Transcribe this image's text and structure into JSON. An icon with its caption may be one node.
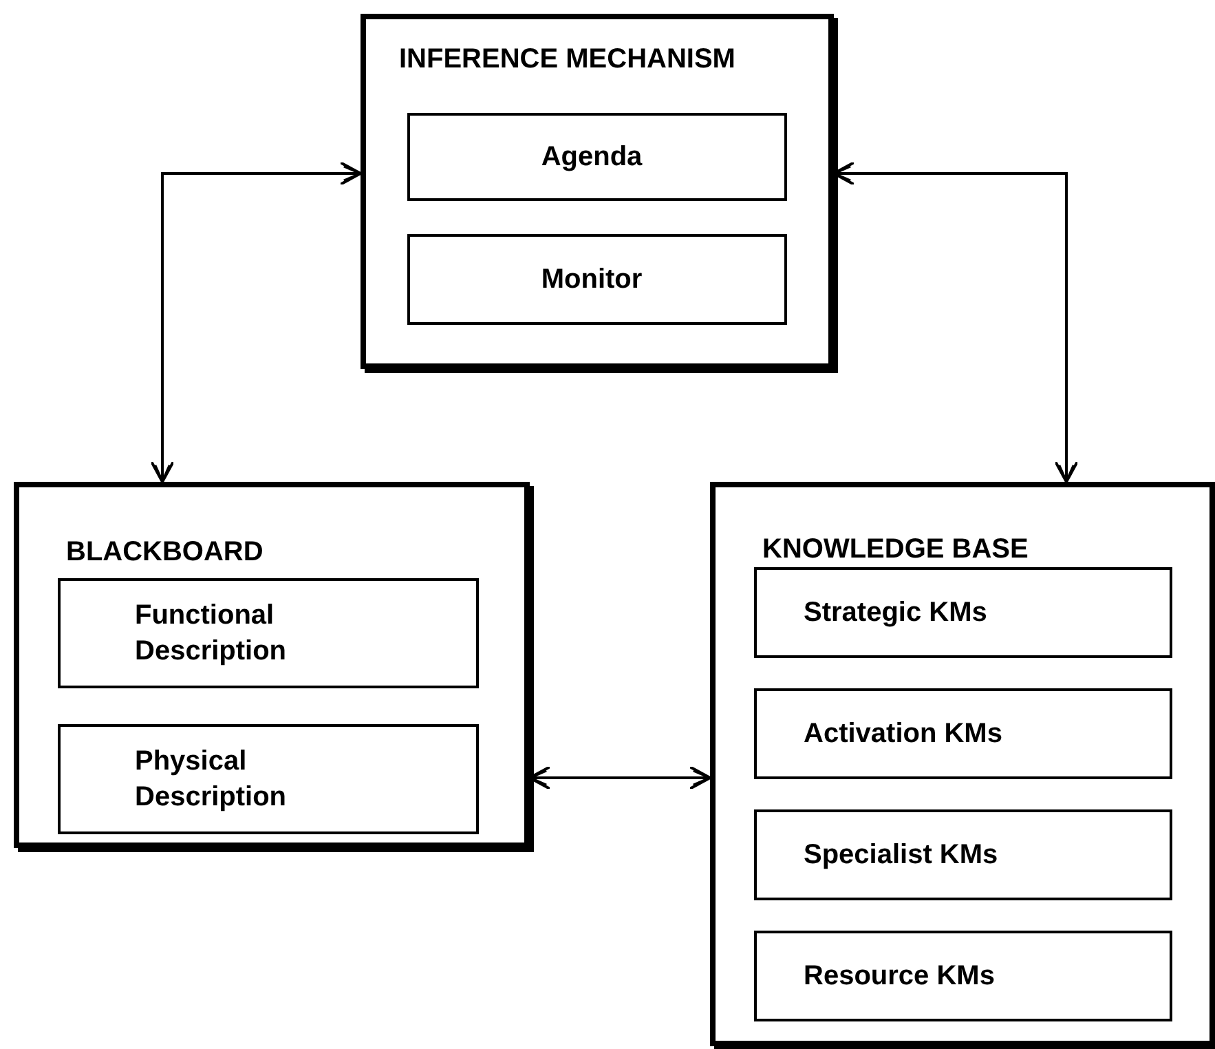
{
  "diagram": {
    "nodes": [
      {
        "text": [
          "INFERENCE MECHANISM"
        ]
      },
      {
        "text": [
          "Agenda"
        ],
        "in": 0
      },
      {
        "text": [
          "Monitor"
        ],
        "in": 0
      },
      {
        "text": [
          "BLACKBOARD"
        ]
      },
      {
        "text": [
          "Functional Description"
        ],
        "in": 3
      },
      {
        "text": [
          "Physical Description"
        ],
        "in": 3
      },
      {
        "text": [
          "KNOWLEDGE BASE"
        ]
      },
      {
        "text": [
          "Strategic KMs"
        ],
        "in": 6
      },
      {
        "text": [
          "Activation KMs"
        ],
        "in": 6
      },
      {
        "text": [
          "Specialist KMs"
        ],
        "in": 6
      },
      {
        "text": [
          "Resource KMs"
        ],
        "in": 6
      }
    ],
    "edges": [
      {
        "from": 0,
        "to": 3,
        "arrow": "both"
      },
      {
        "from": 0,
        "to": 6,
        "arrow": "both"
      },
      {
        "from": 3,
        "to": 6,
        "arrow": "both"
      }
    ]
  }
}
